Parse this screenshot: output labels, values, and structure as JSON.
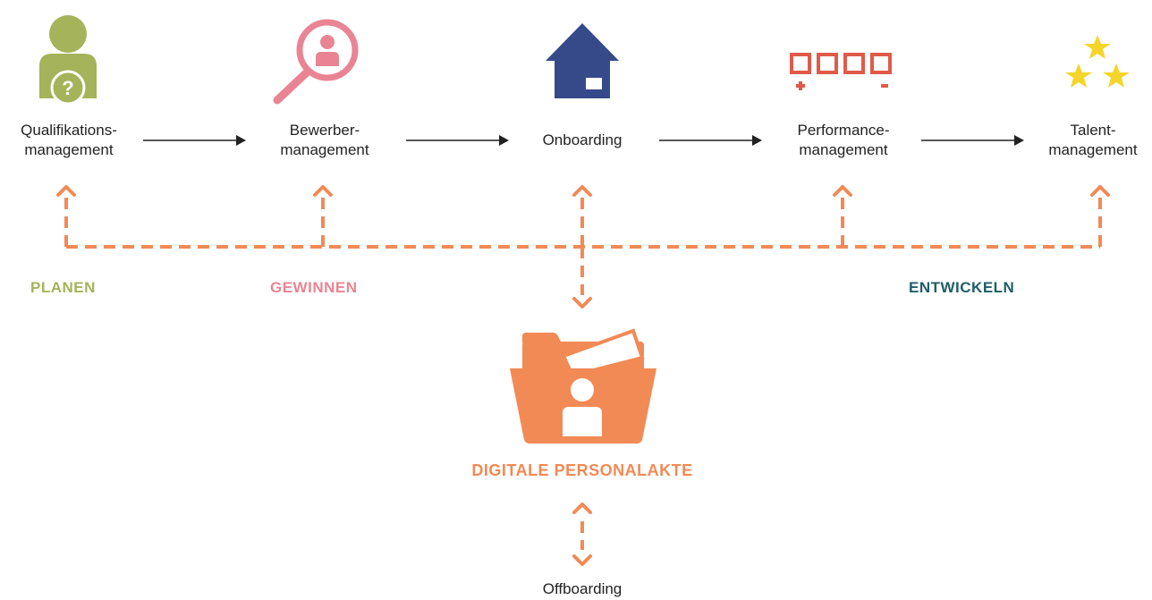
{
  "steps": [
    {
      "line1": "Qualifikations-",
      "line2": "management",
      "icon": "person-question-icon"
    },
    {
      "line1": "Bewerber-",
      "line2": "management",
      "icon": "magnifier-person-icon"
    },
    {
      "line1": "Onboarding",
      "line2": "",
      "icon": "house-icon"
    },
    {
      "line1": "Performance-",
      "line2": "management",
      "icon": "plus-minus-boxes-icon"
    },
    {
      "line1": "Talent-",
      "line2": "management",
      "icon": "three-stars-icon"
    }
  ],
  "phases": {
    "plan": {
      "label": "PLANEN",
      "color": "#a5b35a"
    },
    "win": {
      "label": "GEWINNEN",
      "color": "#e98494"
    },
    "develop": {
      "label": "ENTWICKELN",
      "color": "#1f5f66"
    }
  },
  "center": {
    "label": "DIGITALE PERSONALAKTE",
    "icon": "folder-person-icon"
  },
  "bottom": {
    "label": "Offboarding"
  },
  "colors": {
    "orange": "#f28a55",
    "olive": "#a5b35a",
    "pink": "#e98494",
    "navy": "#364a8a",
    "red": "#e05a4a",
    "yellow": "#f5d52a",
    "arrow": "#222222"
  }
}
